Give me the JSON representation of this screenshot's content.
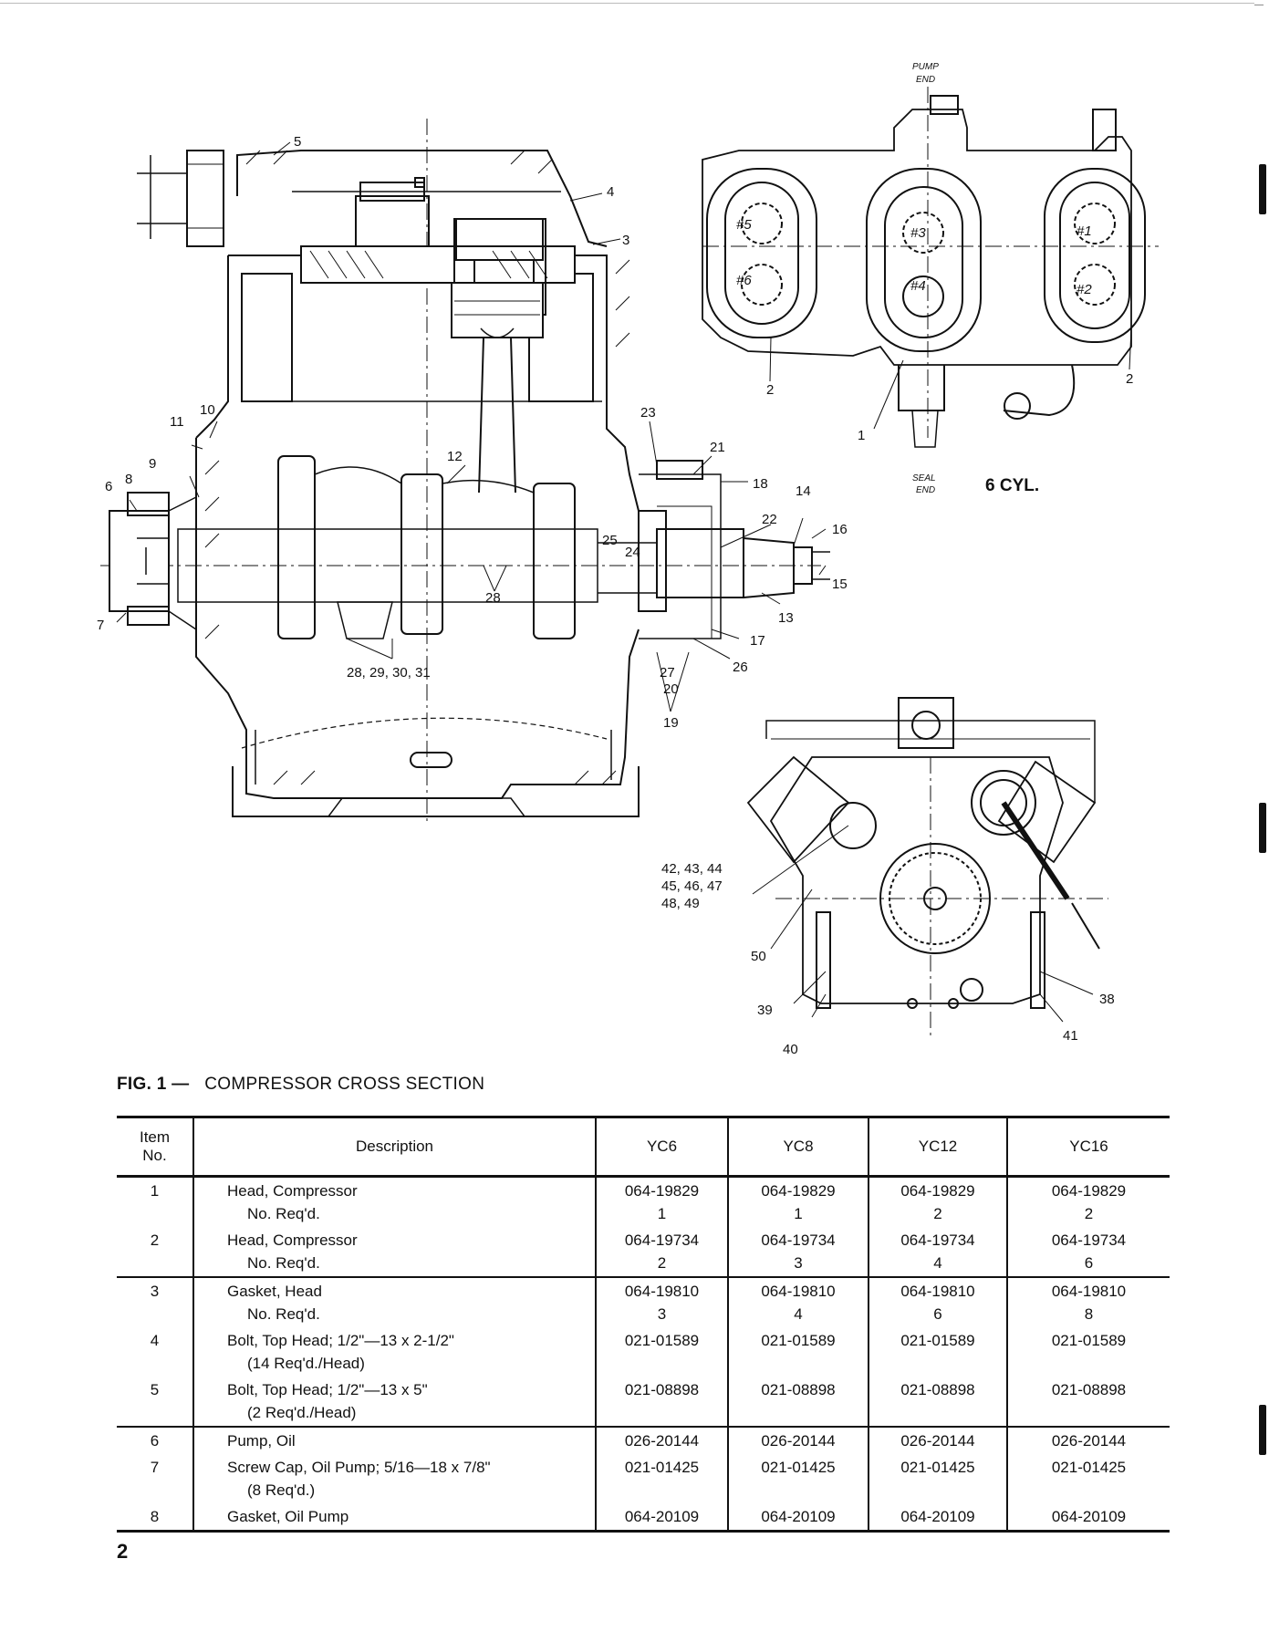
{
  "drawing": {
    "labels_side": [
      "5",
      "4",
      "3",
      "23",
      "21",
      "18",
      "14",
      "22",
      "16",
      "15",
      "13",
      "17",
      "26",
      "27",
      "20",
      "19",
      "12",
      "11",
      "10",
      "9",
      "6",
      "8",
      "7",
      "25",
      "24",
      "28",
      "28, 29, 30, 31"
    ],
    "labels_top": [
      "2",
      "1",
      "2"
    ],
    "labels_end": [
      "42, 43, 44",
      "45, 46, 47",
      "48, 49",
      "50",
      "39",
      "40",
      "38",
      "41"
    ],
    "pump_end": [
      "PUMP",
      "END"
    ],
    "seal_end": [
      "SEAL",
      "END"
    ],
    "cyl_marks": [
      "#5",
      "#6",
      "#3",
      "#4",
      "#1",
      "#2"
    ],
    "six_cyl": "6 CYL."
  },
  "caption": {
    "fig": "FIG. 1 —",
    "text": "COMPRESSOR CROSS SECTION"
  },
  "table": {
    "headers": {
      "item": [
        "Item",
        "No."
      ],
      "description": "Description",
      "yc6": "YC6",
      "yc8": "YC8",
      "yc12": "YC12",
      "yc16": "YC16"
    },
    "rows": [
      {
        "item": "1",
        "desc": "Head, Compressor",
        "sub": "No. Req'd.",
        "yc6": [
          "064-19829",
          "1"
        ],
        "yc8": [
          "064-19829",
          "1"
        ],
        "yc12": [
          "064-19829",
          "2"
        ],
        "yc16": [
          "064-19829",
          "2"
        ]
      },
      {
        "item": "2",
        "desc": "Head, Compressor",
        "sub": "No. Req'd.",
        "yc6": [
          "064-19734",
          "2"
        ],
        "yc8": [
          "064-19734",
          "3"
        ],
        "yc12": [
          "064-19734",
          "4"
        ],
        "yc16": [
          "064-19734",
          "6"
        ]
      },
      {
        "item": "3",
        "desc": "Gasket, Head",
        "sub": "No. Req'd.",
        "yc6": [
          "064-19810",
          "3"
        ],
        "yc8": [
          "064-19810",
          "4"
        ],
        "yc12": [
          "064-19810",
          "6"
        ],
        "yc16": [
          "064-19810",
          "8"
        ]
      },
      {
        "item": "4",
        "desc": "Bolt, Top Head; 1/2\"—13 x 2-1/2\"",
        "sub": "(14 Req'd./Head)",
        "yc6": [
          "021-01589"
        ],
        "yc8": [
          "021-01589"
        ],
        "yc12": [
          "021-01589"
        ],
        "yc16": [
          "021-01589"
        ]
      },
      {
        "item": "5",
        "desc": "Bolt, Top Head; 1/2\"—13 x 5\"",
        "sub": "(2 Req'd./Head)",
        "yc6": [
          "021-08898"
        ],
        "yc8": [
          "021-08898"
        ],
        "yc12": [
          "021-08898"
        ],
        "yc16": [
          "021-08898"
        ]
      },
      {
        "item": "6",
        "desc": "Pump, Oil",
        "sub": "",
        "yc6": [
          "026-20144"
        ],
        "yc8": [
          "026-20144"
        ],
        "yc12": [
          "026-20144"
        ],
        "yc16": [
          "026-20144"
        ]
      },
      {
        "item": "7",
        "desc": "Screw Cap, Oil Pump; 5/16—18 x 7/8\"",
        "sub": "(8 Req'd.)",
        "yc6": [
          "021-01425"
        ],
        "yc8": [
          "021-01425"
        ],
        "yc12": [
          "021-01425"
        ],
        "yc16": [
          "021-01425"
        ]
      },
      {
        "item": "8",
        "desc": "Gasket, Oil Pump",
        "sub": "",
        "yc6": [
          "064-20109"
        ],
        "yc8": [
          "064-20109"
        ],
        "yc12": [
          "064-20109"
        ],
        "yc16": [
          "064-20109"
        ]
      }
    ]
  },
  "page_number": "2"
}
